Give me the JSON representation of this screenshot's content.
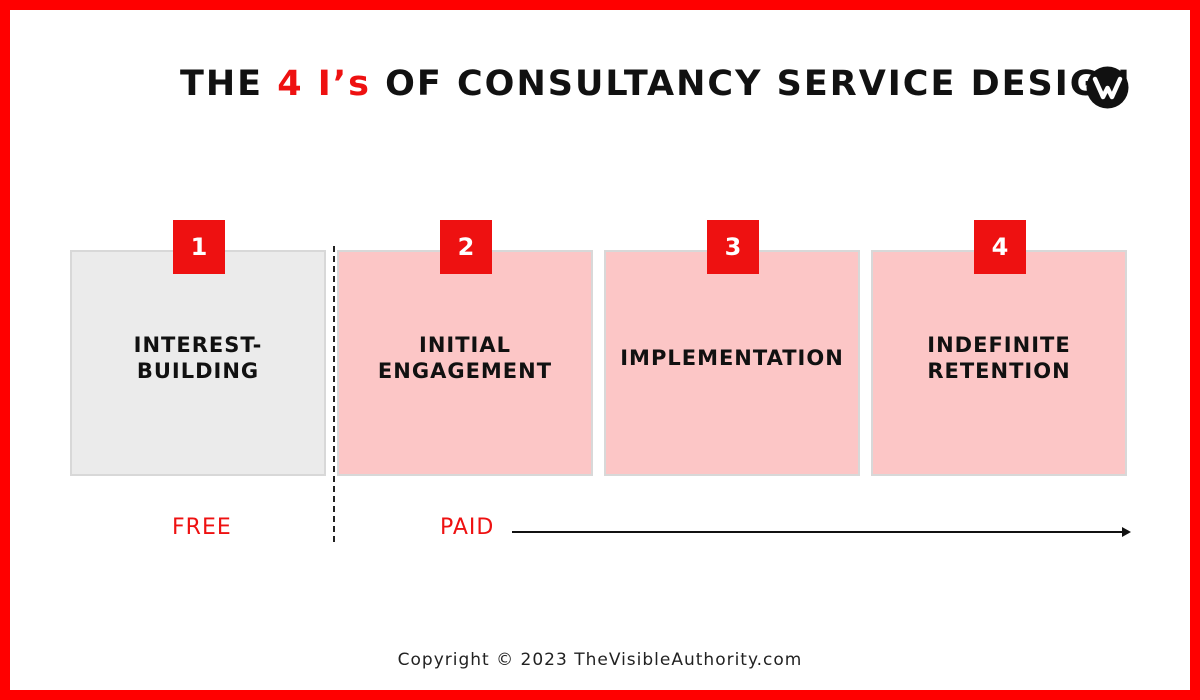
{
  "header": {
    "title_prefix": "THE ",
    "title_accent": "4 I’s",
    "title_suffix": " OF CONSULTANCY SERVICE DESIGN"
  },
  "logo": {
    "icon": "visible-authority-logo-icon"
  },
  "stages": [
    {
      "number": "1",
      "label": "INTEREST-\nBUILDING",
      "tier": "free"
    },
    {
      "number": "2",
      "label": "INITIAL\nENGAGEMENT",
      "tier": "paid"
    },
    {
      "number": "3",
      "label": "IMPLEMENTATION",
      "tier": "paid"
    },
    {
      "number": "4",
      "label": "INDEFINITE\nRETENTION",
      "tier": "paid"
    }
  ],
  "tiers": {
    "free_label": "FREE",
    "paid_label": "PAID"
  },
  "footer": {
    "copyright": "Copyright © 2023 TheVisibleAuthority.com"
  },
  "colors": {
    "frame": "#ff0000",
    "accent": "#ee1111",
    "free_fill": "#ebebeb",
    "paid_fill": "#fcc6c6",
    "box_border": "#d8d8d8"
  }
}
